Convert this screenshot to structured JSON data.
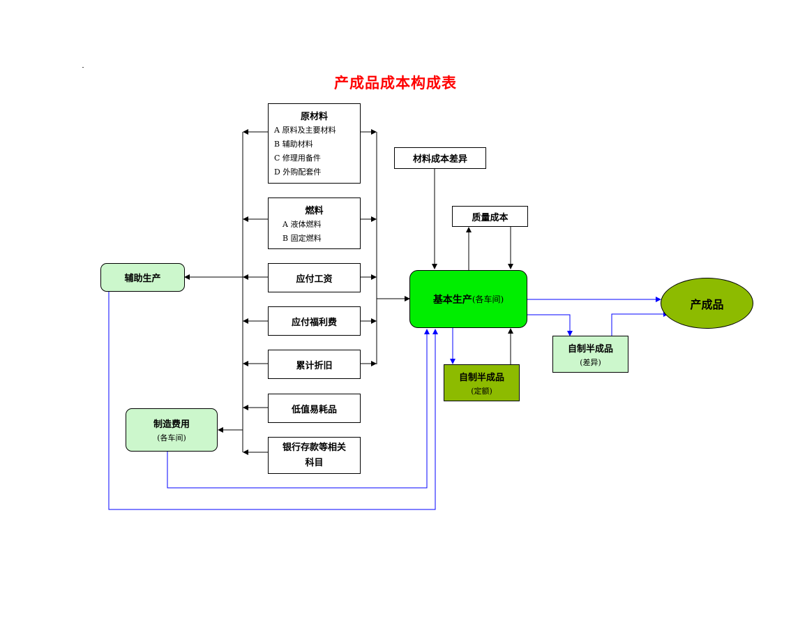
{
  "title": "产成品成本构成表",
  "colors": {
    "title": "#ff0000",
    "main_node": "#00ee00",
    "aux_node": "#ccf7cc",
    "product": "#8dbb00",
    "blue_line": "#0000ff"
  },
  "nodes": {
    "raw_material": {
      "label": "原材料",
      "items": [
        "A 原料及主要材料",
        "B 辅助材料",
        "C 修理用备件",
        "D 外购配套件"
      ]
    },
    "fuel": {
      "label": "燃料",
      "items": [
        "A 液体燃料",
        "B 固定燃料"
      ]
    },
    "wages": {
      "label": "应付工资"
    },
    "welfare": {
      "label": "应付福利费"
    },
    "depreciation": {
      "label": "累计折旧"
    },
    "low_value": {
      "label": "低值易耗品"
    },
    "bank": {
      "label": "银行存款等相关科目"
    },
    "aux_production": {
      "label": "辅助生产"
    },
    "manufacturing_cost": {
      "label": "制造费用",
      "sub": "(各车间)"
    },
    "material_variance": {
      "label": "材料成本差异"
    },
    "quality_cost": {
      "label": "质量成本"
    },
    "basic_production": {
      "label": "基本生产",
      "sub": "(各车间)"
    },
    "semi_fixed": {
      "label": "自制半成品",
      "sub": "(定额)"
    },
    "semi_variance": {
      "label": "自制半成品",
      "sub": "(差异)"
    },
    "finished_product": {
      "label": "产成品"
    }
  }
}
